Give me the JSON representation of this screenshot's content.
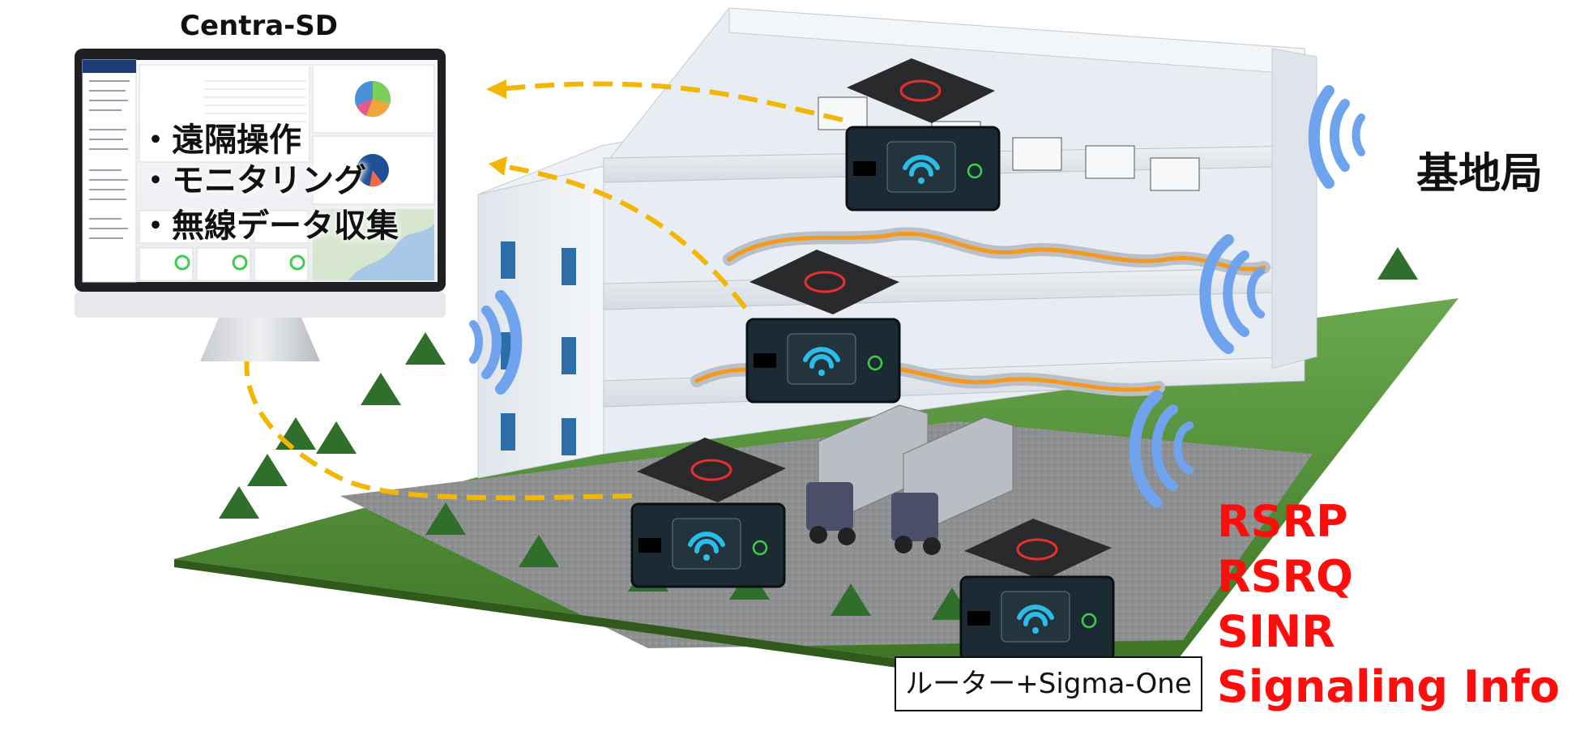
{
  "monitor": {
    "title": "Centra-SD",
    "features": [
      "・遠隔操作",
      "・モニタリング",
      "・無線データ収集"
    ]
  },
  "base_station": {
    "label": "基地局"
  },
  "metrics": [
    "RSRP",
    "RSRQ",
    "SINR",
    "Signaling Info"
  ],
  "device_label": "ルーター+Sigma-One",
  "icons": {
    "router": "wifi-router-icon",
    "sigma_one": "sigma-one-device-icon",
    "signal": "radio-wave-icon",
    "truck": "delivery-truck-icon",
    "tree": "tree-icon"
  },
  "colors": {
    "metric_text": "#ff0d0d",
    "data_flow_arrow": "#f2b705",
    "radio_wave": "#6fa3ee",
    "wifi": "#2bbde8",
    "grass": "#4e8a2e",
    "conveyor_orange": "#f39a1e"
  }
}
